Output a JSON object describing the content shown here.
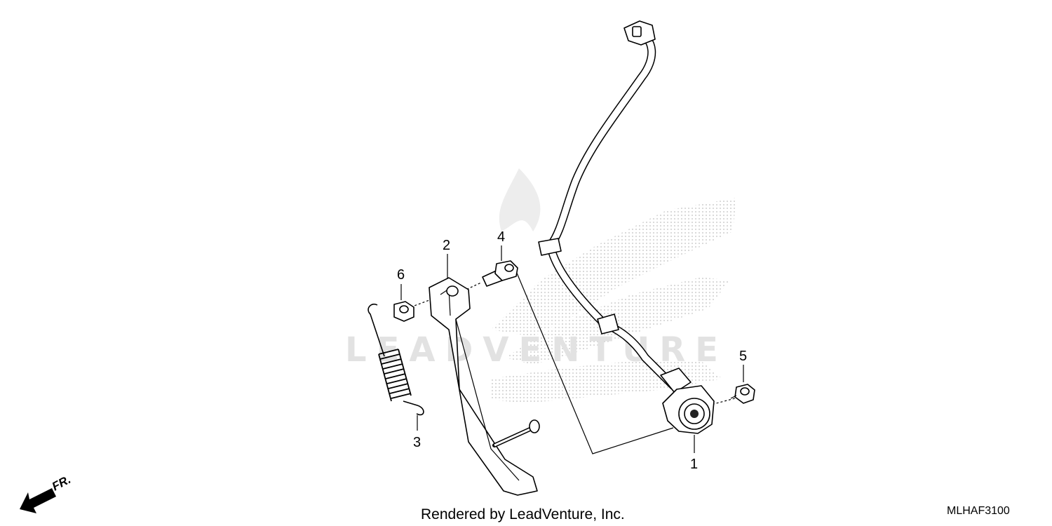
{
  "callouts": [
    {
      "id": "1",
      "label": "1"
    },
    {
      "id": "2",
      "label": "2"
    },
    {
      "id": "3",
      "label": "3"
    },
    {
      "id": "4",
      "label": "4"
    },
    {
      "id": "5",
      "label": "5"
    },
    {
      "id": "6",
      "label": "6"
    }
  ],
  "direction_indicator": {
    "label": "FR.",
    "icon": "front-arrow-icon"
  },
  "caption": "Rendered by LeadVenture, Inc.",
  "diagram_code": "MLHAF3100",
  "watermark": {
    "text": "LEADVENTURE",
    "logo": "honda-wing-logo"
  }
}
